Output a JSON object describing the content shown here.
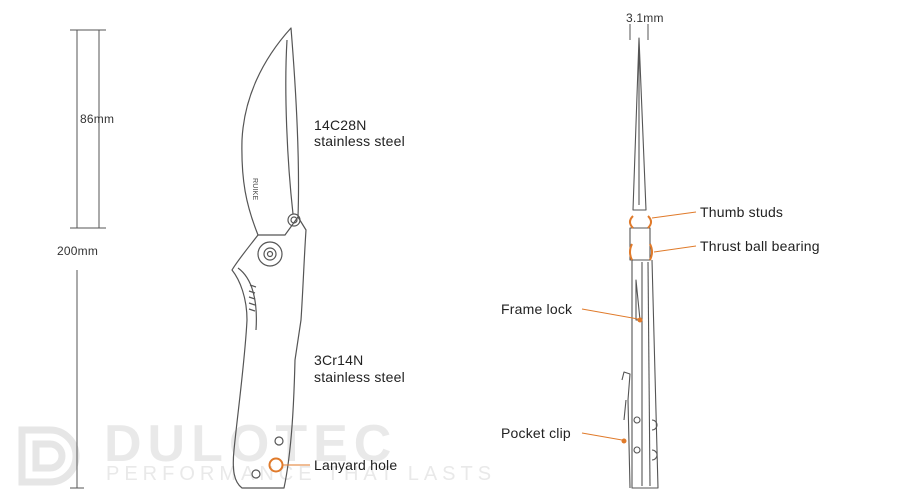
{
  "dimensions": {
    "blade_length": "86mm",
    "overall_length": "200mm",
    "blade_thickness": "3.1mm"
  },
  "materials": {
    "blade_steel": [
      "14C28N",
      "stainless steel"
    ],
    "handle_steel": [
      "3Cr14N",
      "stainless steel"
    ]
  },
  "blade_logo": "RUIKE",
  "callouts": {
    "lanyard_hole": "Lanyard hole",
    "thumb_studs": "Thumb studs",
    "thrust_ball_bearing": "Thrust ball bearing",
    "frame_lock": "Frame lock",
    "pocket_clip": "Pocket clip"
  },
  "watermark": {
    "brand": "DULOTEC",
    "slogan": "PERFORMANCE THAT LASTS"
  },
  "colors": {
    "accent": "#e07a2a",
    "line": "#555555",
    "watermark": "#e6e6e6"
  }
}
